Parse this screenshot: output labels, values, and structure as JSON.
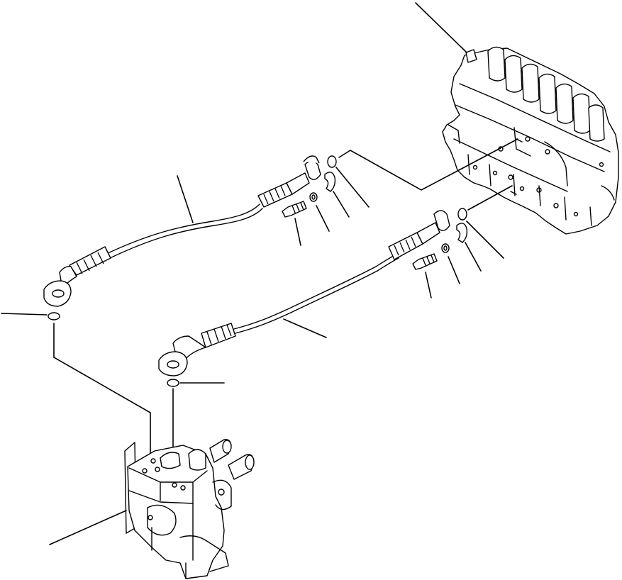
{
  "colors": {
    "ink": "#000000",
    "paper": "#ffffff"
  },
  "figure": {
    "parts": [
      "control-valve",
      "pilot-valve",
      "hose-upper",
      "hose-lower",
      "bolt",
      "washer",
      "split-flange",
      "o-ring"
    ]
  }
}
